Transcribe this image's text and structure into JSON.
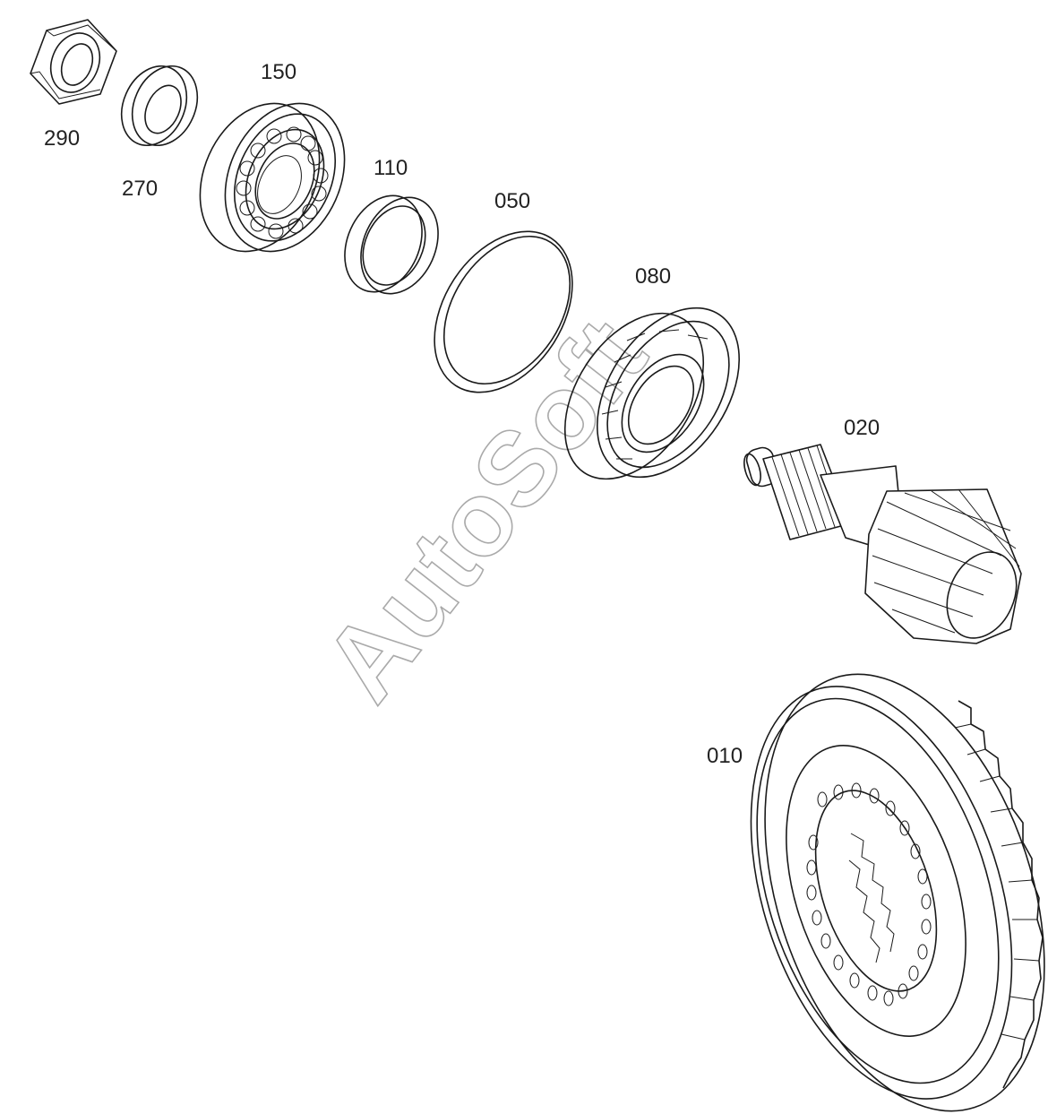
{
  "labels": {
    "p290": "290",
    "p270": "270",
    "p150": "150",
    "p110": "110",
    "p050": "050",
    "p080": "080",
    "p020": "020",
    "p010": "010"
  },
  "watermark": "AutoSoft",
  "colors": {
    "line": "#1a1a1a",
    "watermark_outline": "#aaaaaa",
    "background": "#ffffff"
  }
}
